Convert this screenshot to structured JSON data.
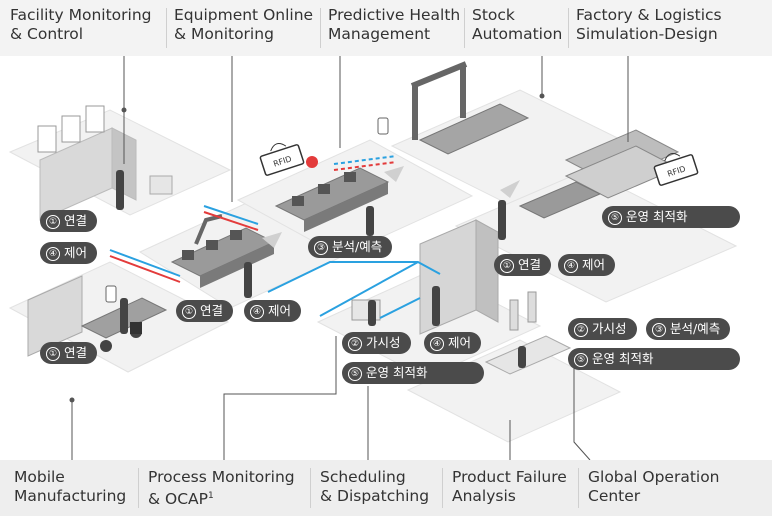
{
  "top_categories": [
    {
      "line1": "Facility Monitoring",
      "line2": "& Control"
    },
    {
      "line1": "Equipment Online",
      "line2": "& Monitoring"
    },
    {
      "line1": "Predictive Health",
      "line2": "Management"
    },
    {
      "line1": "Stock",
      "line2": "Automation"
    },
    {
      "line1": "Factory & Logistics",
      "line2": "Simulation-Design"
    }
  ],
  "bottom_categories": [
    {
      "line1": "Mobile",
      "line2": "Manufacturing",
      "sup": ""
    },
    {
      "line1": "Process Monitoring",
      "line2": "& OCAP",
      "sup": "1"
    },
    {
      "line1": "Scheduling",
      "line2": "& Dispatching",
      "sup": ""
    },
    {
      "line1": "Product Failure",
      "line2": "Analysis",
      "sup": ""
    },
    {
      "line1": "Global Operation",
      "line2": "Center",
      "sup": ""
    }
  ],
  "tags": {
    "rfid": "RFID"
  },
  "badges": [
    {
      "num": "①",
      "text": "연결"
    },
    {
      "num": "④",
      "text": "제어"
    },
    {
      "num": "①",
      "text": "연결"
    },
    {
      "num": "④",
      "text": "제어"
    },
    {
      "num": "③",
      "text": "분석/예측"
    },
    {
      "num": "⑤",
      "text": "운영 최적화"
    },
    {
      "num": "①",
      "text": "연결"
    },
    {
      "num": "④",
      "text": "제어"
    },
    {
      "num": "①",
      "text": "연결"
    },
    {
      "num": "②",
      "text": "가시성"
    },
    {
      "num": "④",
      "text": "제어"
    },
    {
      "num": "⑤",
      "text": "운영 최적화"
    },
    {
      "num": "②",
      "text": "가시성"
    },
    {
      "num": "③",
      "text": "분석/예측"
    },
    {
      "num": "⑤",
      "text": "운영 최적화"
    }
  ],
  "colors": {
    "badge": "#4b4b4b",
    "network_blue": "#2aa1e0",
    "network_red": "#e33b3b",
    "floor": "#f2f2f2"
  }
}
